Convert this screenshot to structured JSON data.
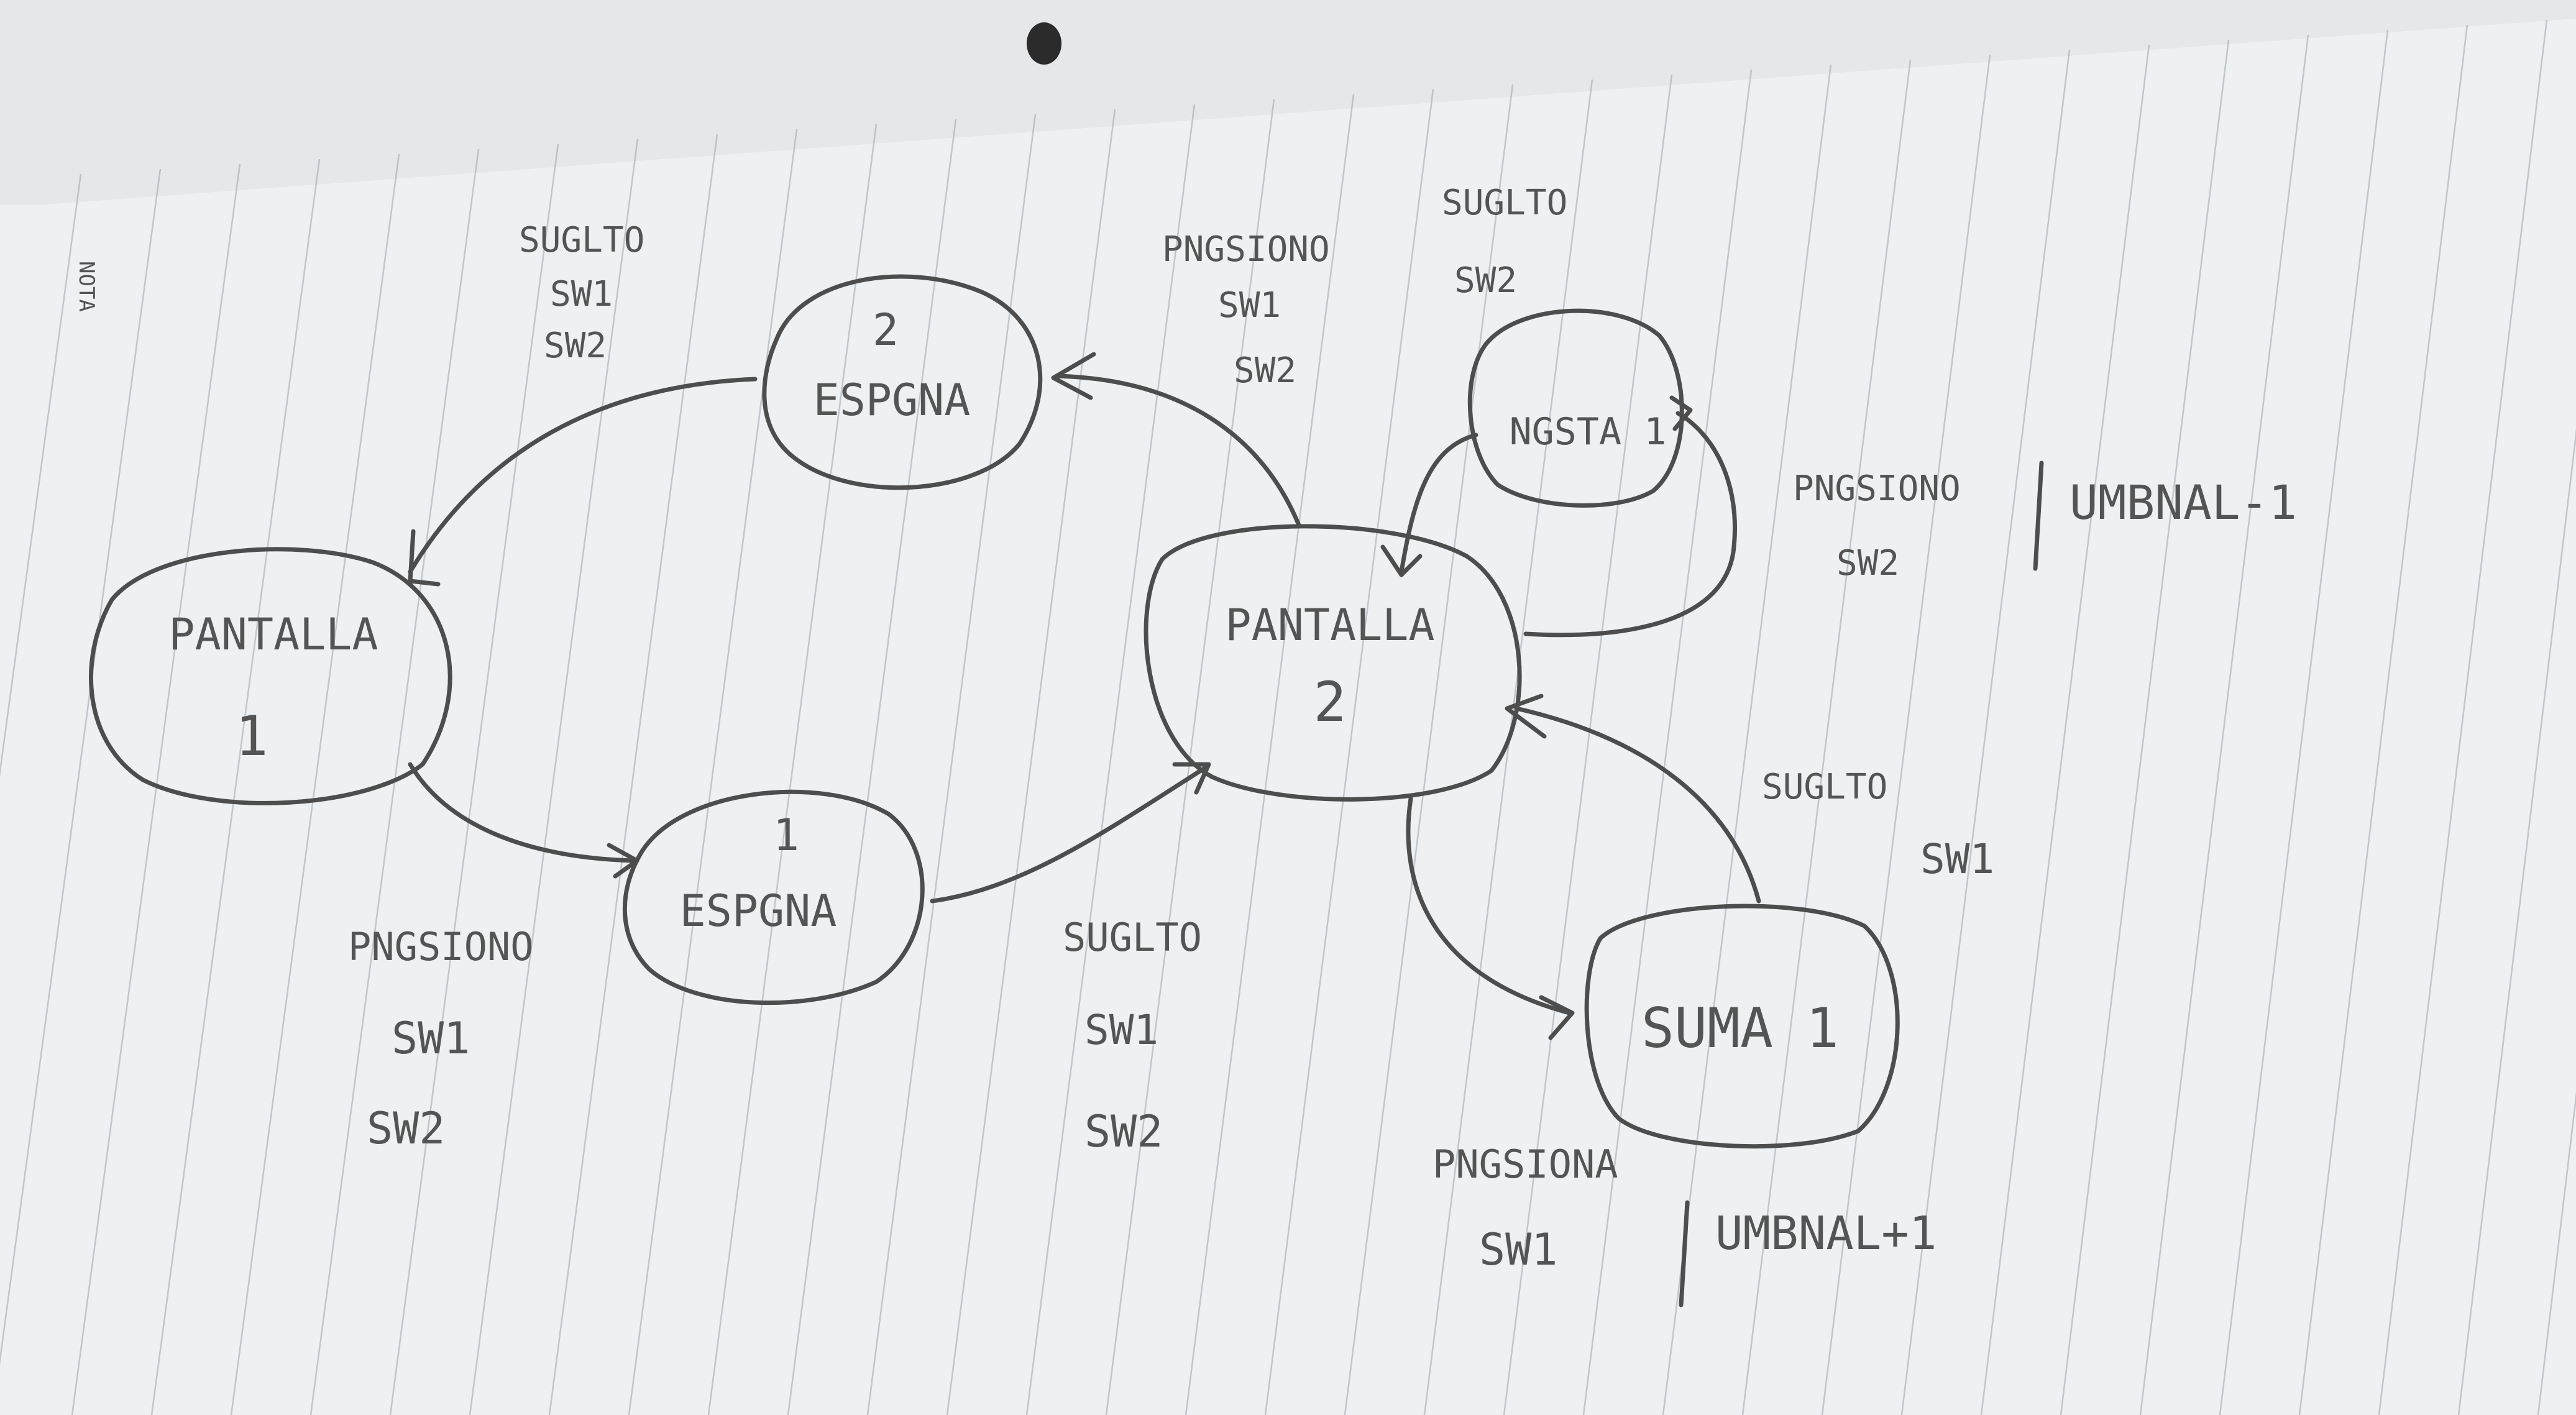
{
  "margin_note": "NOTA",
  "colors": {
    "paper": "#eef0f1",
    "pencil": "#4d4d4d",
    "rules": "#9aa4b0"
  },
  "states": {
    "espera2": {
      "lines": [
        "2",
        "ESPGNA"
      ]
    },
    "pantalla1": {
      "lines": [
        "PANTALLA",
        "1"
      ]
    },
    "espera1": {
      "lines": [
        "ESPGNA",
        "1"
      ]
    },
    "pantalla2": {
      "lines": [
        "PANTALLA",
        "2"
      ]
    },
    "resta1": {
      "lines": [
        "NGSTA 1"
      ]
    },
    "suma1": {
      "lines": [
        "SUMA 1"
      ]
    }
  },
  "transitions": {
    "espera2_to_pantalla1": {
      "lines": [
        "SUGLTO",
        "SW1",
        "SW2"
      ]
    },
    "pantalla2_to_espera2": {
      "lines": [
        "PNGSIONO",
        "SW1",
        "SW2"
      ]
    },
    "resta1_to_pantalla2": {
      "lines": [
        "SUGLTO",
        "SW2"
      ]
    },
    "pantalla2_to_resta1": {
      "lines": [
        "PNGSIONO",
        "SW2"
      ],
      "action": "UMBNAL-1"
    },
    "suma1_to_pantalla2": {
      "lines": [
        "SUGLTO",
        "SW1"
      ]
    },
    "pantalla1_to_espera1": {
      "lines": [
        "PNGSIONO",
        "SW1",
        "SW2"
      ]
    },
    "espera1_to_pantalla2": {
      "lines": [
        "SUGLTO",
        "SW1",
        "SW2"
      ]
    },
    "pantalla2_to_suma1": {
      "lines": [
        "PNGSIONA",
        "SW1"
      ],
      "action": "UMBNAL+1"
    }
  }
}
